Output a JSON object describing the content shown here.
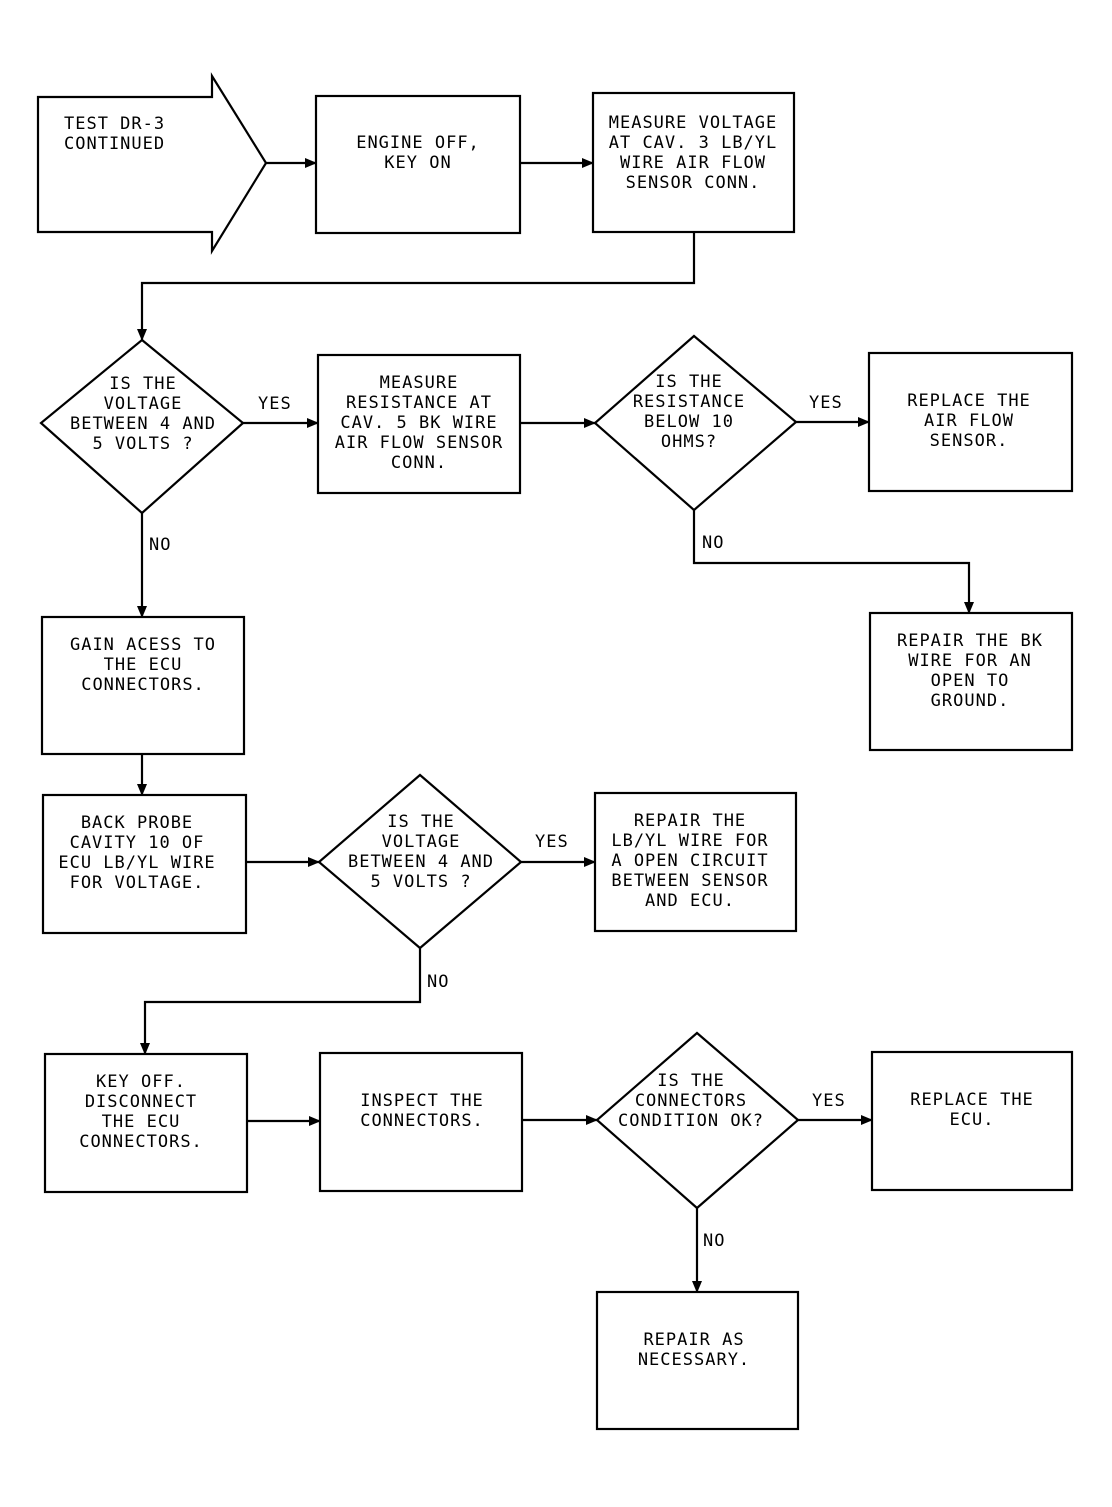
{
  "nodes": {
    "start": [
      "TEST DR-3",
      "CONTINUED"
    ],
    "engine_off": [
      "ENGINE OFF,",
      "KEY ON"
    ],
    "measure_voltage": [
      "MEASURE VOLTAGE",
      "AT CAV. 3 LB/YL",
      "WIRE AIR FLOW",
      "SENSOR CONN."
    ],
    "decision_voltage_1": [
      "IS THE",
      "VOLTAGE",
      "BETWEEN 4 AND",
      "5 VOLTS ?"
    ],
    "measure_resistance": [
      "MEASURE",
      "RESISTANCE AT",
      "CAV. 5 BK WIRE",
      "AIR FLOW SENSOR",
      "CONN."
    ],
    "decision_resistance": [
      "IS THE",
      "RESISTANCE",
      "BELOW 10",
      "OHMS?"
    ],
    "replace_sensor": [
      "REPLACE THE",
      "AIR FLOW",
      "SENSOR."
    ],
    "repair_bk_wire": [
      "REPAIR THE BK",
      "WIRE FOR AN",
      "OPEN TO",
      "GROUND."
    ],
    "gain_access": [
      "GAIN ACESS TO",
      "THE ECU",
      "CONNECTORS."
    ],
    "back_probe": [
      "BACK PROBE",
      "CAVITY 10 OF",
      "ECU LB/YL WIRE",
      "FOR VOLTAGE."
    ],
    "decision_voltage_2": [
      "IS THE",
      "VOLTAGE",
      "BETWEEN 4 AND",
      "5 VOLTS ?"
    ],
    "repair_lbyl_wire": [
      "REPAIR THE",
      "LB/YL WIRE FOR",
      "A OPEN CIRCUIT",
      "BETWEEN SENSOR",
      "AND ECU."
    ],
    "key_off": [
      "KEY OFF.",
      "DISCONNECT",
      "THE ECU",
      "CONNECTORS."
    ],
    "inspect": [
      "INSPECT THE",
      "CONNECTORS."
    ],
    "decision_connectors": [
      "IS THE",
      "CONNECTORS",
      "CONDITION OK?"
    ],
    "replace_ecu": [
      "REPLACE THE",
      "ECU."
    ],
    "repair_as_necessary": [
      "REPAIR AS",
      "NECESSARY."
    ]
  },
  "edge_labels": {
    "d1_yes": "YES",
    "d1_no": "NO",
    "d2_yes": "YES",
    "d2_no": "NO",
    "d3_yes": "YES",
    "d3_no": "NO",
    "d4_yes": "YES",
    "d4_no": "NO"
  }
}
